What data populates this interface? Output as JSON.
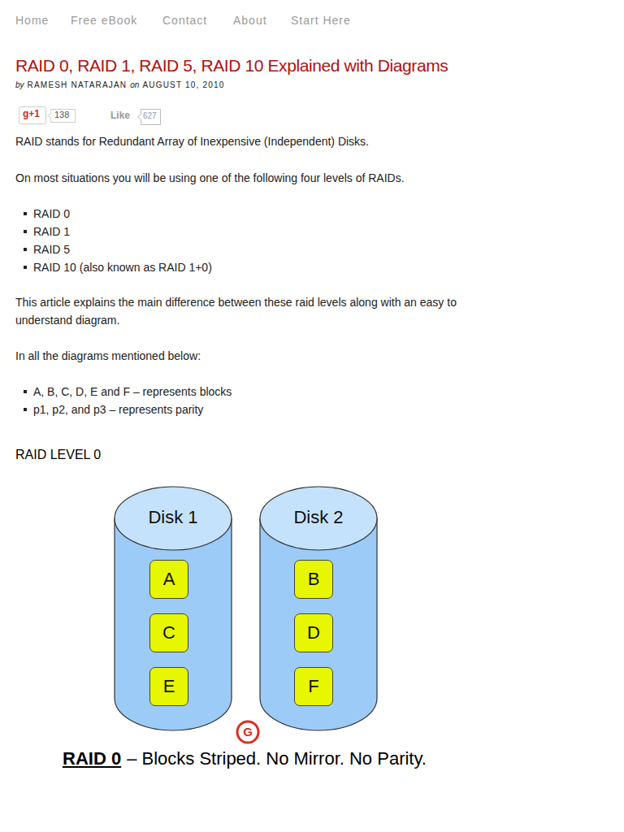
{
  "diagram": {
    "title": "RAID 0, RAID 1, RAID 5, RAID 10 Explained with Diagrams",
    "nodes": [
      {
        "text": [
          "Disk 1"
        ]
      },
      {
        "text": [
          "A"
        ],
        "in": 0
      },
      {
        "text": [
          "C"
        ],
        "in": 0
      },
      {
        "text": [
          "E"
        ],
        "in": 0
      },
      {
        "text": [
          "Disk 2"
        ]
      },
      {
        "text": [
          "B"
        ],
        "in": 4
      },
      {
        "text": [
          "D"
        ],
        "in": 4
      },
      {
        "text": [
          "F"
        ],
        "in": 4
      }
    ],
    "labels": [
      "Home",
      "Free eBook",
      "Contact",
      "About",
      "Start Here",
      "by",
      "RAMESH NATARAJAN",
      "on",
      "AUGUST 10, 2010",
      "g+1",
      "138",
      "Like",
      "627",
      "RAID stands for Redundant Array of Inexpensive (Independent) Disks.",
      "On most situations you will be using one of the following four levels of RAIDs.",
      "RAID 0",
      "RAID 1",
      "RAID 5",
      "RAID 10 (also known as RAID 1+0)",
      "This article explains the main difference between these raid levels along with an easy to understand diagram.",
      "In all the diagrams mentioned below:",
      "A, B, C, D, E and F – represents blocks",
      "p1, p2, and p3 – represents parity",
      "RAID LEVEL 0",
      "G",
      "RAID 0",
      "– Blocks Striped. No Mirror. No Parity."
    ]
  }
}
